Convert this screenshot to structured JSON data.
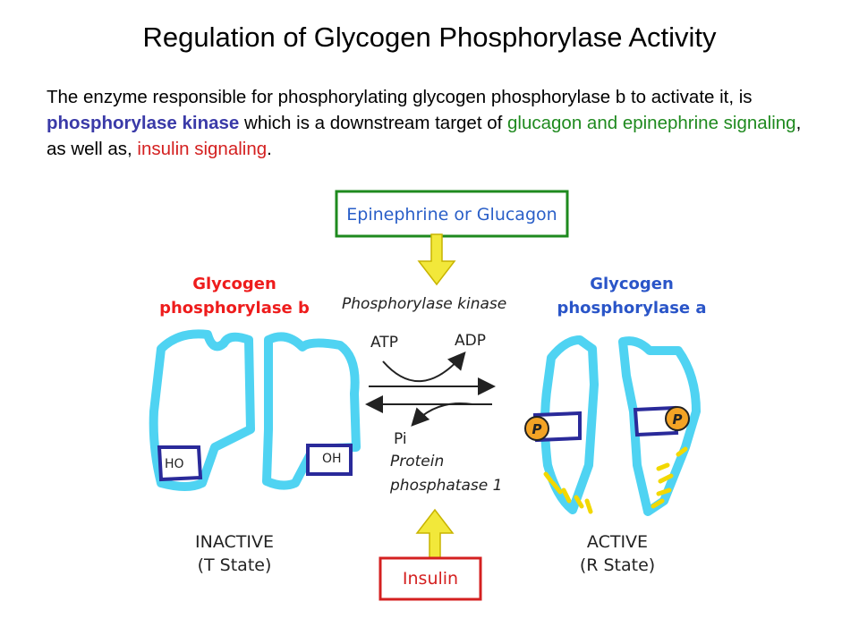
{
  "title": "Regulation of Glycogen Phosphorylase Activity",
  "intro": {
    "part1": "The enzyme responsible for phosphorylating glycogen phosphorylase b to activate it, is ",
    "kinase": "phosphorylase kinase",
    "part2": " which is a downstream target of ",
    "glucagon": "glucagon and epinephrine signaling",
    "part3": ", as well as, ",
    "insulin": "insulin signaling",
    "part4": "."
  },
  "diagram": {
    "top_box": "Epinephrine or Glucagon",
    "bottom_box": "Insulin",
    "left_title_1": "Glycogen",
    "left_title_2": "phosphorylase b",
    "right_title_1": "Glycogen",
    "right_title_2": "phosphorylase a",
    "kinase": "Phosphorylase kinase",
    "atp": "ATP",
    "adp": "ADP",
    "pi": "Pi",
    "phosphatase_1": "Protein",
    "phosphatase_2": "phosphatase 1",
    "ho": "HO",
    "oh": "OH",
    "p_label": "P",
    "left_state": "INACTIVE",
    "left_state_sub": "(T State)",
    "right_state": "ACTIVE",
    "right_state_sub": "(R State)"
  },
  "colors": {
    "top_box_border": "#1e8a1e",
    "bottom_box_border": "#d42020",
    "enzyme_outline": "#4fd3f2",
    "domain_fill": "#2a2a9a",
    "arrow_yellow": "#f2e83a",
    "phosphate_orange": "#f3a325"
  }
}
